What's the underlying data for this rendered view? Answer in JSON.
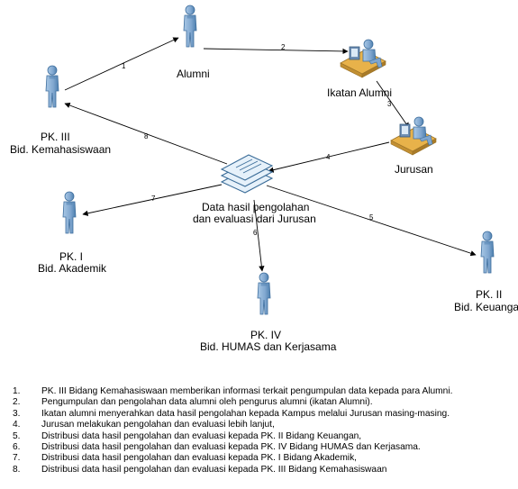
{
  "nodes": {
    "alumni": {
      "label": "Alumni",
      "icon": "person-icon"
    },
    "ikatan_alumni": {
      "label": "Ikatan Alumni",
      "icon": "person-at-desk-icon"
    },
    "jurusan": {
      "label": "Jurusan",
      "icon": "person-at-desk-icon"
    },
    "pk3": {
      "line1": "PK. III",
      "line2": "Bid. Kemahasiswaan",
      "icon": "person-icon"
    },
    "pk1": {
      "line1": "PK. I",
      "line2": "Bid. Akademik",
      "icon": "person-icon"
    },
    "pk2": {
      "line1": "PK. II",
      "line2": "Bid. Keuangan",
      "icon": "person-icon"
    },
    "pk4": {
      "line1": "PK. IV",
      "line2": "Bid. HUMAS dan Kerjasama",
      "icon": "person-icon"
    },
    "data": {
      "line1": "Data hasil pengolahan",
      "line2": "dan evaluasi dari Jurusan",
      "icon": "document-stack-icon"
    }
  },
  "edges": [
    {
      "id": "e1",
      "label": "1"
    },
    {
      "id": "e2",
      "label": "2"
    },
    {
      "id": "e3",
      "label": "3"
    },
    {
      "id": "e4",
      "label": "4"
    },
    {
      "id": "e5",
      "label": "5"
    },
    {
      "id": "e6",
      "label": "6"
    },
    {
      "id": "e7",
      "label": "7"
    },
    {
      "id": "e8",
      "label": "8"
    }
  ],
  "legend": [
    {
      "num": "1.",
      "text": "PK. III Bidang Kemahasiswaan memberikan informasi terkait pengumpulan data kepada para Alumni."
    },
    {
      "num": "2.",
      "text": "Pengumpulan dan pengolahan data alumni oleh pengurus alumni (ikatan Alumni)."
    },
    {
      "num": "3.",
      "text": "Ikatan alumni menyerahkan data hasil pengolahan kepada Kampus melalui Jurusan masing-masing."
    },
    {
      "num": "4.",
      "text": "Jurusan melakukan pengolahan dan evaluasi lebih lanjut,"
    },
    {
      "num": "5.",
      "text": "Distribusi data hasil pengolahan dan evaluasi kepada PK. II Bidang Keuangan,"
    },
    {
      "num": "6.",
      "text": "Distribusi data hasil pengolahan dan evaluasi kepada PK. IV Bidang HUMAS dan Kerjasama."
    },
    {
      "num": "7.",
      "text": "Distribusi data hasil pengolahan dan evaluasi kepada PK. I Bidang Akademik,"
    },
    {
      "num": "8.",
      "text": "Distribusi data hasil pengolahan dan evaluasi kepada PK. III Bidang Kemahasiswaan"
    }
  ],
  "colors": {
    "person_fill": "#8fb4d8",
    "person_dark": "#3f6f9e",
    "desk_fill": "#e8b24a",
    "monitor_fill": "#6f8fb3",
    "doc_fill": "#e6f1fa",
    "doc_stroke": "#3a6c98",
    "line": "#000000"
  }
}
